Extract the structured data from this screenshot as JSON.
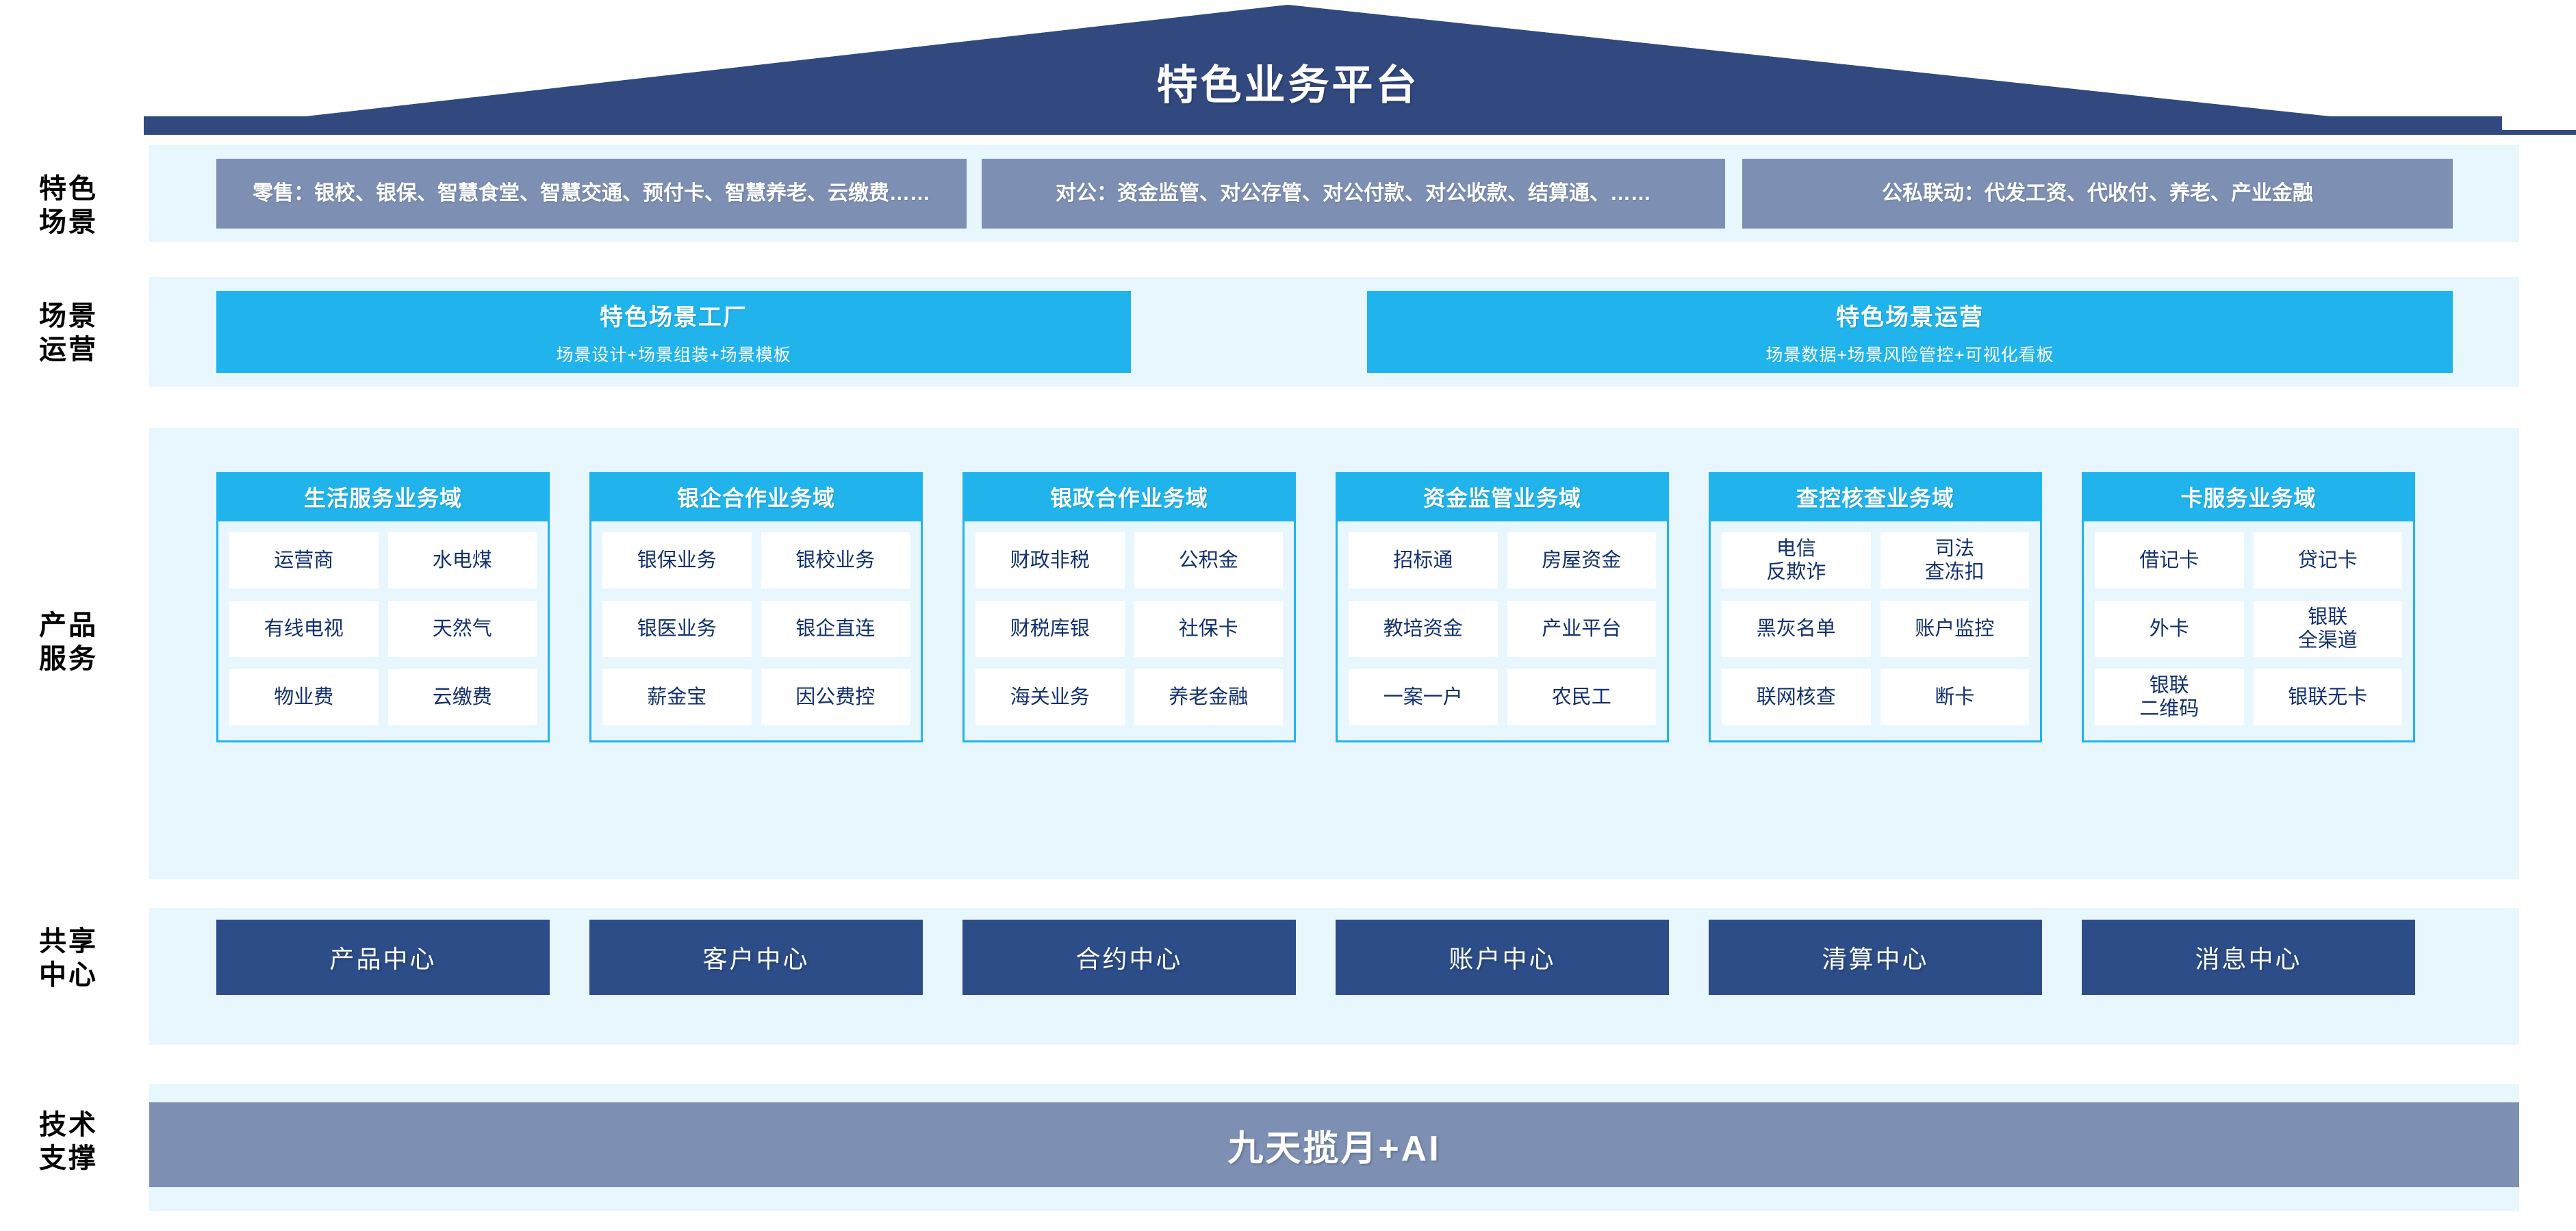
{
  "header": {
    "title": "特色业务平台",
    "roof_color": "#32497f"
  },
  "row_labels": {
    "scenario": "特色\n场景",
    "operation": "场景\n运营",
    "product": "产品\n服务",
    "shared": "共享\n中心",
    "tech": "技术\n支撑"
  },
  "scenarios": {
    "band_color": "#e8f7fd",
    "box_color": "#7d8fb3",
    "items": [
      {
        "text": "零售：银校、银保、智慧食堂、智慧交通、预付卡、智慧养老、云缴费……"
      },
      {
        "text": "对公：资金监管、对公存管、对公付款、对公收款、结算通、……"
      },
      {
        "text": "公私联动：代发工资、代收付、养老、产业金融"
      }
    ]
  },
  "operation": {
    "box_color": "#21b4ec",
    "items": [
      {
        "title": "特色场景工厂",
        "subtitle": "场景设计+场景组装+场景模板"
      },
      {
        "title": "特色场景运营",
        "subtitle": "场景数据+场景风险管控+可视化看板"
      }
    ]
  },
  "product": {
    "header_color": "#21b4ec",
    "body_bg": "#e8f7fd",
    "tile_color": "#ffffff",
    "columns": [
      {
        "title": "生活服务业务域",
        "items": [
          "运营商",
          "水电煤",
          "有线电视",
          "天然气",
          "物业费",
          "云缴费"
        ]
      },
      {
        "title": "银企合作业务域",
        "items": [
          "银保业务",
          "银校业务",
          "银医业务",
          "银企直连",
          "薪金宝",
          "因公费控"
        ]
      },
      {
        "title": "银政合作业务域",
        "items": [
          "财政非税",
          "公积金",
          "财税库银",
          "社保卡",
          "海关业务",
          "养老金融"
        ]
      },
      {
        "title": "资金监管业务域",
        "items": [
          "招标通",
          "房屋资金",
          "教培资金",
          "产业平台",
          "一案一户",
          "农民工"
        ]
      },
      {
        "title": "查控核查业务域",
        "items": [
          "电信\n反欺诈",
          "司法\n查冻扣",
          "黑灰名单",
          "账户监控",
          "联网核查",
          "断卡"
        ]
      },
      {
        "title": "卡服务业务域",
        "items": [
          "借记卡",
          "贷记卡",
          "外卡",
          "银联\n全渠道",
          "银联\n二维码",
          "银联无卡"
        ]
      }
    ]
  },
  "shared_centers": {
    "box_color": "#2c4d88",
    "items": [
      "产品中心",
      "客户中心",
      "合约中心",
      "账户中心",
      "清算中心",
      "消息中心"
    ]
  },
  "tech_support": {
    "box_color": "#7d8fb3",
    "label": "九天揽月+AI"
  }
}
